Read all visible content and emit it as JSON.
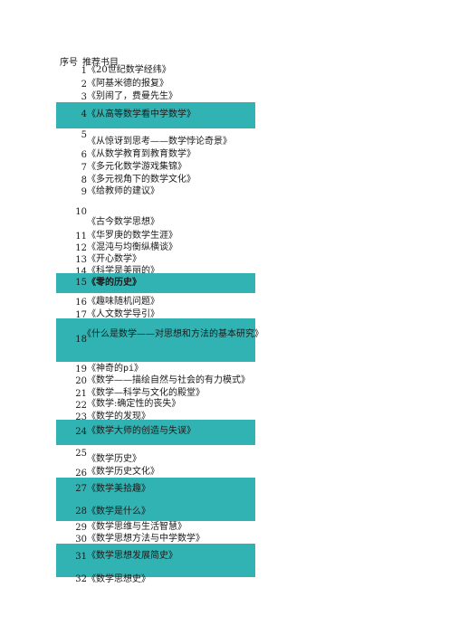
{
  "header": {
    "col_num": "序号",
    "col_title": "推荐书目"
  },
  "colors": {
    "highlight": "#31b3b3",
    "text": "#1a1a1a"
  },
  "books": [
    {
      "num": "1",
      "title": "《20世纪数学经纬》"
    },
    {
      "num": "2",
      "title": "《阿基米德的报复》"
    },
    {
      "num": "3",
      "title": "《别闹了，费曼先生》"
    },
    {
      "num": "4",
      "title": "《从高等数学看中学数学》"
    },
    {
      "num": "5",
      "title": "《从惊讶到思考——数学悖论奇景》"
    },
    {
      "num": "6",
      "title": "《从数学教育到教育数学》"
    },
    {
      "num": "7",
      "title": "《多元化数学游戏集锦》"
    },
    {
      "num": "8",
      "title": "《多元视角下的数学文化》"
    },
    {
      "num": "9",
      "title": "《给教师的建议》"
    },
    {
      "num": "10",
      "title": "《古今数学思想》"
    },
    {
      "num": "11",
      "title": "《华罗庚的数学生涯》"
    },
    {
      "num": "12",
      "title": "《混沌与均衡纵横谈》"
    },
    {
      "num": "13",
      "title": "《开心数学》"
    },
    {
      "num": "14",
      "title": "《科学是美丽的》"
    },
    {
      "num": "15",
      "title": "《零的历史》"
    },
    {
      "num": "16",
      "title": "《趣味随机问题》"
    },
    {
      "num": "17",
      "title": "《人文数学导引》"
    },
    {
      "num": "18",
      "title": "《什么是数学——对思想和方法的基本研究》"
    },
    {
      "num": "19",
      "title": "《神奇的pi》"
    },
    {
      "num": "20",
      "title": "《数学——描绘自然与社会的有力模式》"
    },
    {
      "num": "21",
      "title": "《数学—科学与文化的殿堂》"
    },
    {
      "num": "22",
      "title": "《数学:确定性的丧失》"
    },
    {
      "num": "23",
      "title": "《数学的发现》"
    },
    {
      "num": "24",
      "title": "《数学大师的创造与失误》"
    },
    {
      "num": "25",
      "title": "《数学历史》"
    },
    {
      "num": "26",
      "title": "《数学历史文化》"
    },
    {
      "num": "27",
      "title": "《数学美拾趣》"
    },
    {
      "num": "28",
      "title": "《数学是什么》"
    },
    {
      "num": "29",
      "title": "《数学思维与生活智慧》"
    },
    {
      "num": "30",
      "title": "《数学思想方法与中学数学》"
    },
    {
      "num": "31",
      "title": "《数学思想发展简史》"
    },
    {
      "num": "32",
      "title": "《数学思想史》"
    }
  ]
}
